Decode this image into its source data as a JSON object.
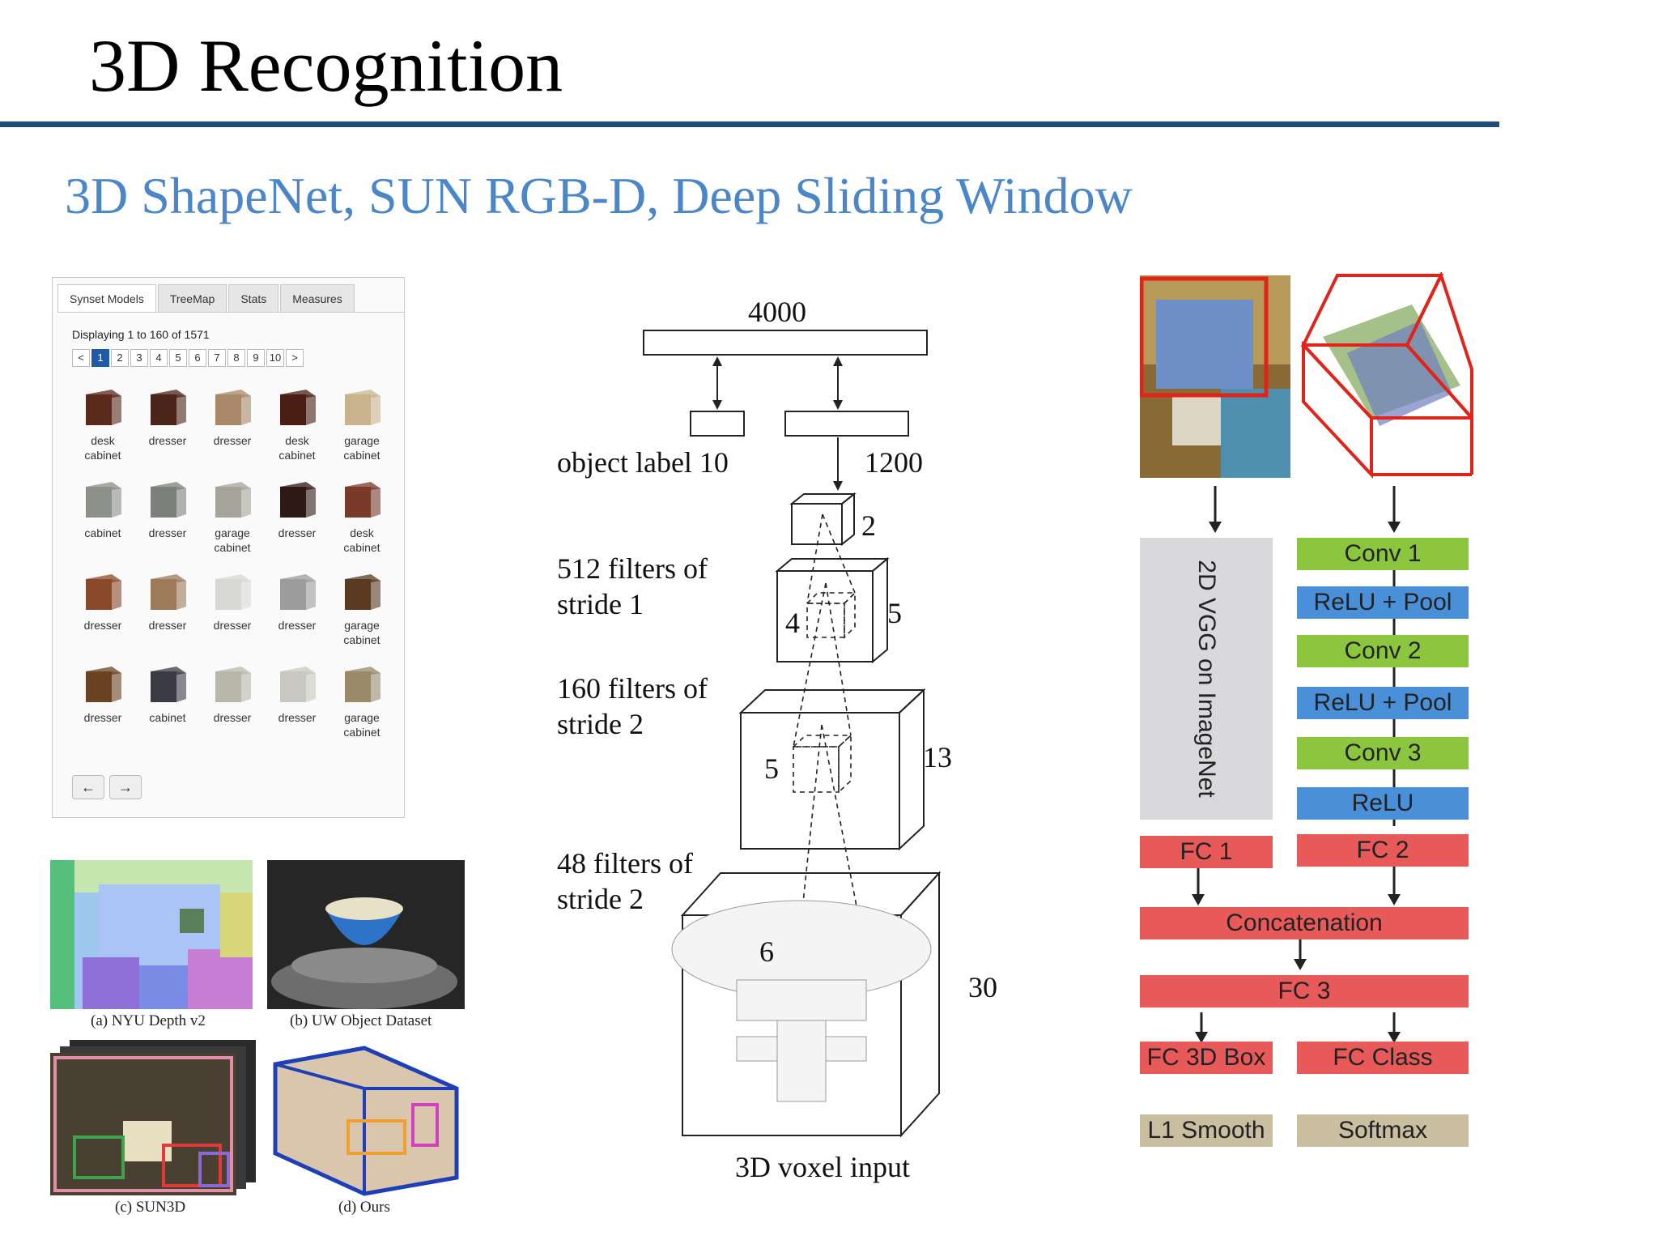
{
  "slide": {
    "title": "3D Recognition",
    "subtitle": "3D ShapeNet, SUN RGB-D, Deep Sliding Window"
  },
  "shapenet_browser": {
    "tabs": [
      "Synset Models",
      "TreeMap",
      "Stats",
      "Measures"
    ],
    "active_tab": "Synset Models",
    "display_text": "Displaying 1 to 160 of 1571",
    "pagination": {
      "prev": "<",
      "pages": [
        "1",
        "2",
        "3",
        "4",
        "5",
        "6",
        "7",
        "8",
        "9",
        "10"
      ],
      "current": "1",
      "next": ">"
    },
    "models": [
      {
        "label": "desk\ncabinet"
      },
      {
        "label": "dresser"
      },
      {
        "label": "dresser"
      },
      {
        "label": "desk\ncabinet"
      },
      {
        "label": "garage\ncabinet"
      },
      {
        "label": "cabinet"
      },
      {
        "label": "dresser"
      },
      {
        "label": "garage\ncabinet"
      },
      {
        "label": "dresser"
      },
      {
        "label": "desk\ncabinet"
      },
      {
        "label": "dresser"
      },
      {
        "label": "dresser"
      },
      {
        "label": "dresser"
      },
      {
        "label": "dresser"
      },
      {
        "label": "garage\ncabinet"
      },
      {
        "label": "dresser"
      },
      {
        "label": "cabinet"
      },
      {
        "label": "dresser"
      },
      {
        "label": "dresser"
      },
      {
        "label": "garage\ncabinet"
      }
    ],
    "nav": {
      "back": "←",
      "forward": "→"
    }
  },
  "datasets": {
    "captions": [
      "(a) NYU Depth v2",
      "(b) UW Object Dataset",
      "(c) SUN3D",
      "(d) Ours"
    ]
  },
  "voxel_net": {
    "fc_top": "4000",
    "object_label": "object label 10",
    "fc_1200": "1200",
    "conv3_label": "512 filters of\nstride 1",
    "conv2_label": "160 filters of\nstride 2",
    "conv1_label": "48 filters of\nstride 2",
    "dims": {
      "d2": "2",
      "d4": "4",
      "d5a": "5",
      "d5b": "5",
      "d13": "13",
      "d6": "6",
      "d30": "30"
    },
    "input_label": "3D voxel input"
  },
  "deep_sliding": {
    "vgg_label": "2D VGG on ImageNet",
    "blocks": {
      "conv1": "Conv 1",
      "relu_pool1": "ReLU + Pool",
      "conv2": "Conv 2",
      "relu_pool2": "ReLU + Pool",
      "conv3": "Conv 3",
      "relu": "ReLU",
      "fc1": "FC 1",
      "fc2": "FC 2",
      "concat": "Concatenation",
      "fc3": "FC 3",
      "fc3dbox": "FC 3D Box",
      "fcclass": "FC Class",
      "l1": "L1 Smooth",
      "softmax": "Softmax"
    },
    "colors": {
      "conv": "#8cc63f",
      "relu": "#4a90d9",
      "fc": "#e8595a",
      "loss": "#c9bfa0",
      "vgg": "#d9d9db"
    }
  }
}
